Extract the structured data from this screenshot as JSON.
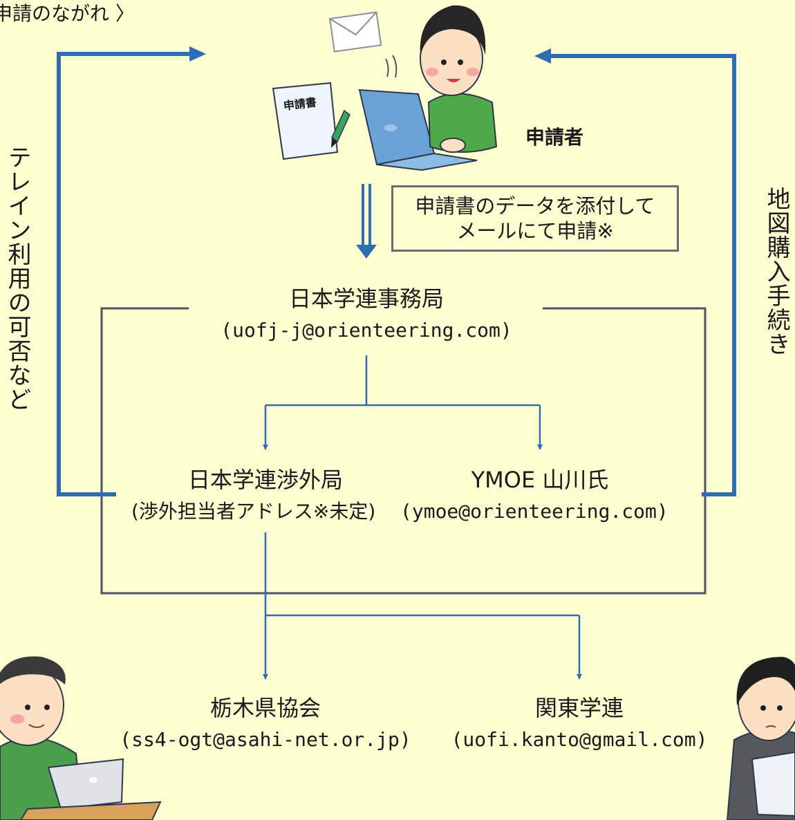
{
  "header": {
    "title": "申請のながれ 〉"
  },
  "applicant": {
    "label": "申請者",
    "form_label": "申請書"
  },
  "note": {
    "line1": "申請書のデータを添付して",
    "line2": "メールにて申請※"
  },
  "left_side": {
    "label": "テレイン利用の可否など"
  },
  "right_side": {
    "label": "地図購入手続き"
  },
  "nodes": {
    "secretariat": {
      "name": "日本学連事務局",
      "email": "(uofj-j@orienteering.com)"
    },
    "external": {
      "name": "日本学連渉外局",
      "email": "(渉外担当者アドレス※未定)"
    },
    "ymoe": {
      "name": "YMOE 山川氏",
      "email": "(ymoe@orienteering.com)"
    },
    "tochigi": {
      "name": "栃木県協会",
      "email": "(ss4-ogt@asahi-net.or.jp)"
    },
    "kanto": {
      "name": "関東学連",
      "email": "(uofi.kanto@gmail.com)"
    }
  },
  "colors": {
    "background": "#fffdd2",
    "arrow_blue": "#2e6db4",
    "box_gray": "#4a5563"
  }
}
